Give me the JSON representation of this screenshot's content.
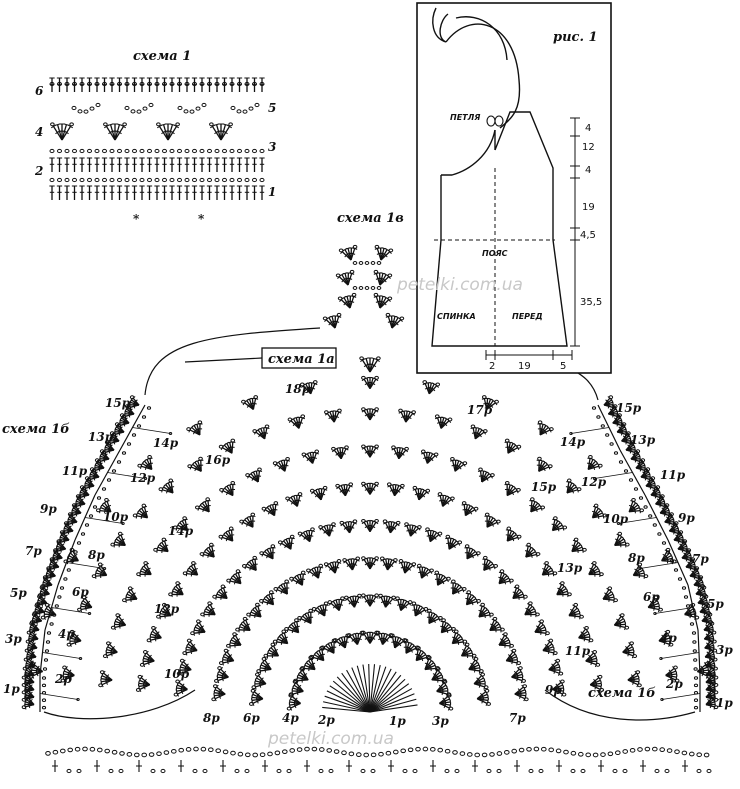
{
  "scheme1": {
    "title": "схема 1",
    "row_numbers_left": [
      "6",
      "4",
      "2"
    ],
    "row_numbers_right": [
      "5",
      "3",
      "1"
    ],
    "marks": [
      "*",
      "*"
    ]
  },
  "scheme1v": {
    "title": "схема 1в"
  },
  "scheme1a": {
    "title": "схема 1а"
  },
  "scheme1b_left": {
    "title": "схема 1б",
    "odd_rows": [
      "15р",
      "13р",
      "11р",
      "9р",
      "7р",
      "5р",
      "3р",
      "1р"
    ],
    "even_rows": [
      "14р",
      "12р",
      "10р",
      "8р",
      "6р",
      "4р",
      "2р"
    ]
  },
  "scheme1b_right": {
    "title": "схема 1б",
    "odd_rows": [
      "15р",
      "13р",
      "11р",
      "9р",
      "7р",
      "5р",
      "3р",
      "1р"
    ],
    "even_rows": [
      "14р",
      "12р",
      "10р",
      "8р",
      "6р",
      "4р",
      "2р"
    ]
  },
  "fan_rows": {
    "left": [
      "18р",
      "16р",
      "14р",
      "12р",
      "10р",
      "8р",
      "6р",
      "4р",
      "2р"
    ],
    "right": [
      "17р",
      "15р",
      "13р",
      "11р",
      "9р",
      "7р",
      "3р",
      "1р"
    ]
  },
  "fig1": {
    "title": "рис. 1",
    "loop": "ПЕТЛЯ",
    "waist": "ПОЯС",
    "back": "СПИНКА",
    "front": "ПЕРЕД",
    "vertical_dims": [
      "4",
      "12",
      "4",
      "19",
      "4,5",
      "35,5"
    ],
    "horizontal_dims": [
      "2",
      "19",
      "5"
    ]
  },
  "watermarks": [
    "petelki.com.ua",
    "petelki.com.ua"
  ]
}
